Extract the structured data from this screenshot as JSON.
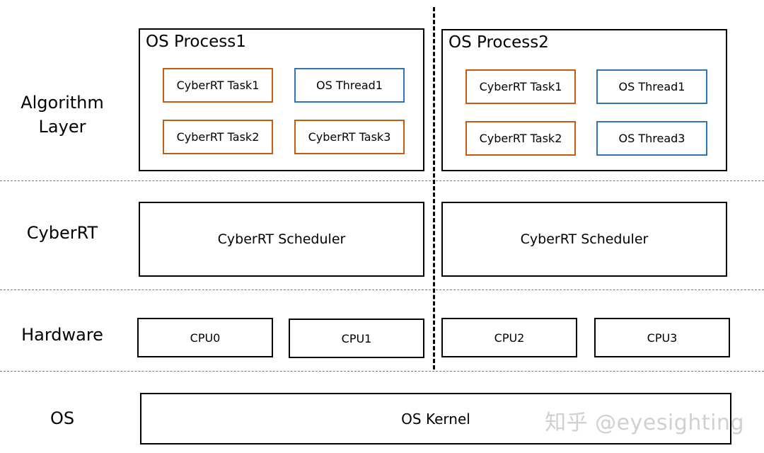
{
  "layers": {
    "algorithm": [
      "Algorithm",
      "Layer"
    ],
    "cyberrt": "CyberRT",
    "hardware": "Hardware",
    "os": "OS"
  },
  "process1": {
    "title": "OS Process1",
    "items": {
      "task_a": "CyberRT Task1",
      "thread_a": "OS Thread1",
      "task_b": "CyberRT Task2",
      "task_c": "CyberRT Task3"
    }
  },
  "process2": {
    "title": "OS Process2",
    "items": {
      "task_a": "CyberRT Task1",
      "thread_a": "OS Thread1",
      "task_b": "CyberRT Task2",
      "thread_b": "OS Thread3"
    }
  },
  "schedulers": [
    "CyberRT Scheduler",
    "CyberRT Scheduler"
  ],
  "cpus": [
    "CPU0",
    "CPU1",
    "CPU2",
    "CPU3"
  ],
  "kernel": "OS Kernel",
  "watermark": "知乎 @eyesighting",
  "colors": {
    "task_border": "#c55a11",
    "thread_border": "#2e75b6"
  }
}
